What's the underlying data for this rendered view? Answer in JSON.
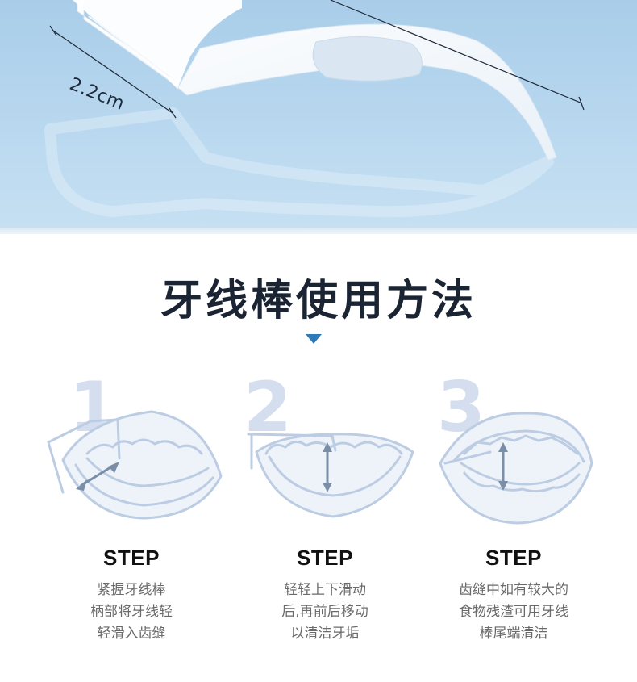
{
  "hero": {
    "dimension_label": "2.2cm"
  },
  "title": "牙线棒使用方法",
  "steps": [
    {
      "number": "1",
      "label": "STEP",
      "lines": [
        "紧握牙线棒",
        "柄部将牙线轻",
        "轻滑入齿缝"
      ]
    },
    {
      "number": "2",
      "label": "STEP",
      "lines": [
        "轻轻上下滑动",
        "后,再前后移动",
        "以清洁牙垢"
      ]
    },
    {
      "number": "3",
      "label": "STEP",
      "lines": [
        "齿缝中如有较大的",
        "食物残渣可用牙线",
        "棒尾端清洁"
      ]
    }
  ],
  "colors": {
    "hero_bg": "#b9d8ef",
    "title": "#1b2433",
    "marker": "#2a7bb8",
    "step_number": "#d4deef",
    "illustration": "#bccde3",
    "arrow": "#7b8ea8"
  },
  "icons": [
    "flosser-product-image",
    "measurement-line",
    "teeth-flossing-illustration",
    "arrow-icon"
  ]
}
